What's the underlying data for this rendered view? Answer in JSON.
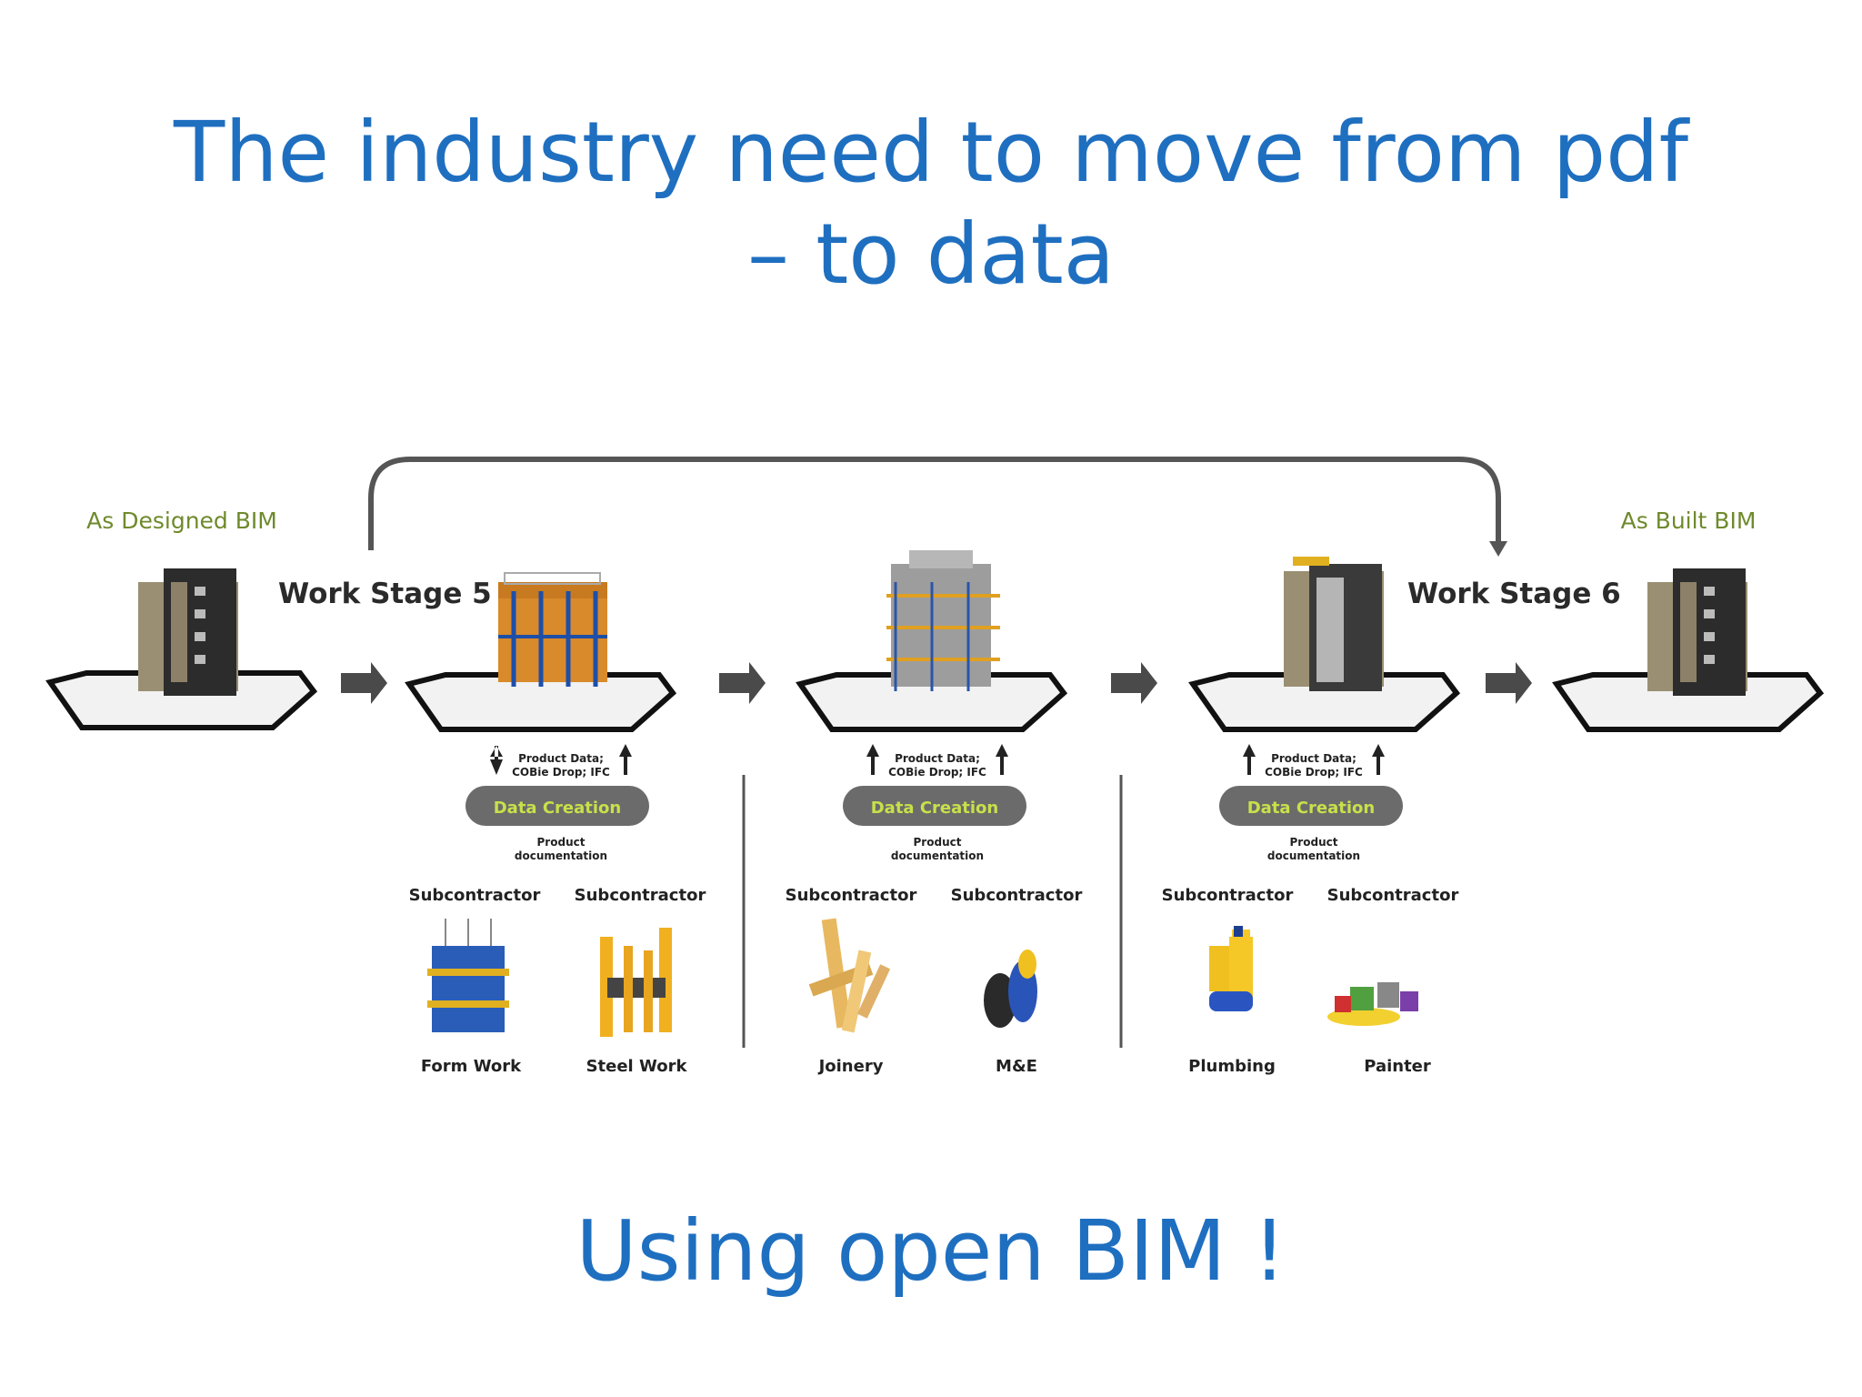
{
  "slide": {
    "title_line1": "The industry need to move from pdf",
    "title_line2": "– to data",
    "closing": "Using open BIM !"
  },
  "diagram": {
    "as_designed": "As Designed BIM",
    "as_built": "As Built BIM",
    "work_stage_5": "Work Stage 5",
    "work_stage_6": "Work Stage 6",
    "product_data_line1": "Product Data;",
    "product_data_line2": "COBie Drop; IFC",
    "data_creation": "Data Creation",
    "product_doc_line1": "Product",
    "product_doc_line2": "documentation",
    "subcontractor": "Subcontractor",
    "trades": [
      "Form Work",
      "Steel Work",
      "Joinery",
      "M&E",
      "Plumbing",
      "Painter"
    ],
    "colors": {
      "title_blue": "#1f6fc0",
      "bim_green": "#6f8a2c",
      "pill_grey": "#6b6b6b",
      "pill_text": "#c8e04a",
      "arrow_grey": "#4a4a4a"
    }
  }
}
